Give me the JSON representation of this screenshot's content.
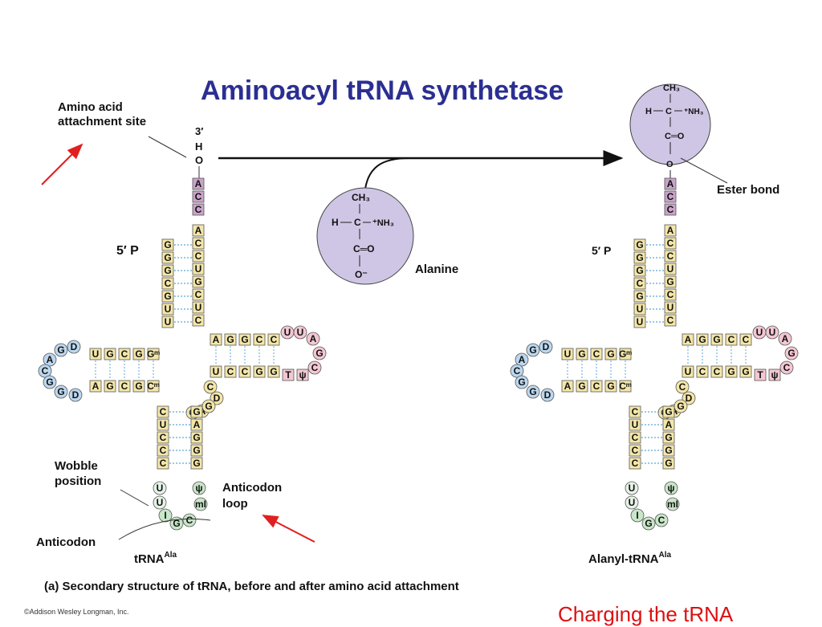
{
  "title": "Aminoacyl tRNA synthetase",
  "labels": {
    "amino_acid_site_1": "Amino acid",
    "amino_acid_site_2": "attachment site",
    "three_prime": "3′",
    "h": "H",
    "o": "O",
    "five_prime": "5′ P",
    "wobble_1": "Wobble",
    "wobble_2": "position",
    "anticodon_loop_1": "Anticodon",
    "anticodon_loop_2": "loop",
    "anticodon": "Anticodon",
    "trna_ala": "tRNA",
    "trna_ala_sup": "Ala",
    "alanine": "Alanine",
    "ester_bond": "Ester bond",
    "alanyl_trna": "Alanyl-tRNA",
    "alanyl_sup": "Ala"
  },
  "molecule": {
    "ch3": "CH₃",
    "h": "H",
    "c": "C",
    "nh3": "⁺NH₃",
    "co": "C═O",
    "o_minus": "O⁻",
    "o": "O"
  },
  "caption": {
    "part": "(a)",
    "text": "Secondary structure of tRNA, before and after amino acid attachment"
  },
  "copyright": "©Addison Wesley Longman, Inc.",
  "footer_red": "Charging the tRNA",
  "trna": {
    "acceptor_top": [
      "A",
      "C",
      "C"
    ],
    "acceptor_left": [
      "G",
      "G",
      "G",
      "C",
      "G",
      "U",
      "U"
    ],
    "acceptor_right": [
      "A",
      "C",
      "C",
      "U",
      "G",
      "C",
      "U",
      "C"
    ],
    "d_stem_top": [
      "U",
      "G",
      "C",
      "G",
      "Gᵐ"
    ],
    "d_stem_bottom": [
      "A",
      "G",
      "C",
      "G",
      "Cᵐ"
    ],
    "d_loop": [
      "D",
      "G",
      "A",
      "C",
      "G",
      "G",
      "D"
    ],
    "t_stem_top": [
      "A",
      "G",
      "G",
      "C",
      "C"
    ],
    "t_stem_bottom": [
      "U",
      "C",
      "C",
      "G",
      "G"
    ],
    "t_loop": [
      "U",
      "U",
      "A",
      "G",
      "C"
    ],
    "t_loop_special": [
      "T",
      "ψ"
    ],
    "variable": [
      "C",
      "D",
      "A",
      "G",
      "G"
    ],
    "anticodon_left": [
      "C",
      "U",
      "C",
      "C",
      "C"
    ],
    "anticodon_right": [
      "G",
      "A",
      "G",
      "G",
      "G"
    ],
    "anticodon_loop": [
      "U",
      "U",
      "I",
      "G",
      "C",
      "mI",
      "ψ"
    ]
  },
  "colors": {
    "title": "#2b2f92",
    "stem": "#f3e6a8",
    "loop": "#e6f2e6",
    "acceptor_cap": "#c9a3c9",
    "d_loop": "#bcd7ef",
    "t_loop": "#f3c7d3",
    "anticodon": "#c8e6c8",
    "molecule": "#cfc6e6",
    "arrow_red": "#e02020",
    "footer_red": "#dd1111"
  }
}
